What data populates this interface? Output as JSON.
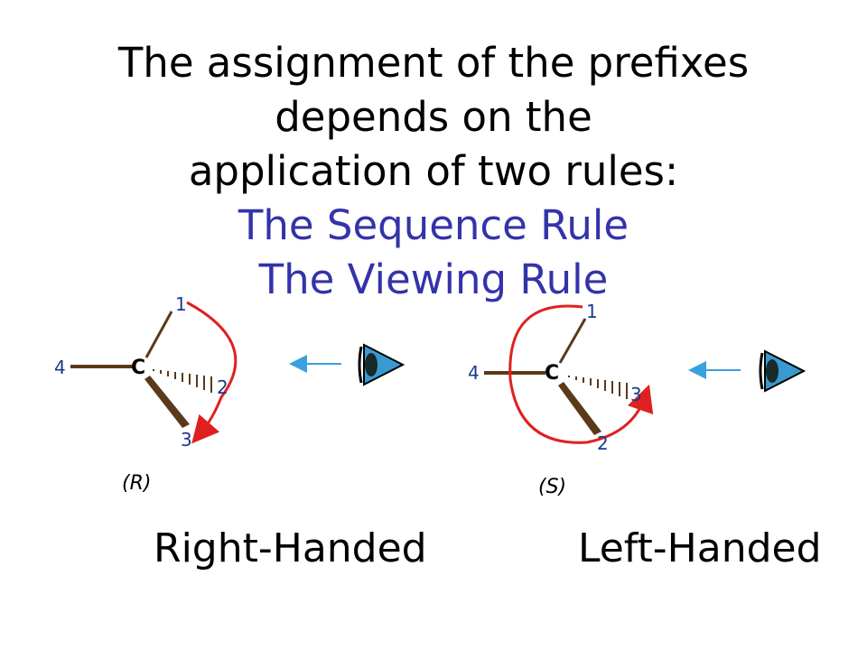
{
  "title": {
    "line1": "The assignment of the prefixes",
    "line2": "depends on the",
    "line3": "application of two rules:",
    "rule1": "The Sequence Rule",
    "rule2": "The Viewing Rule"
  },
  "diagram_r": {
    "center": "C",
    "sub1": "1",
    "sub2": "2",
    "sub3": "3",
    "sub4": "4",
    "config": "(R)",
    "caption": "Right-Handed"
  },
  "diagram_s": {
    "center": "C",
    "sub1": "1",
    "sub2": "2",
    "sub3": "3",
    "sub4": "4",
    "config": "(S)",
    "caption": "Left-Handed"
  },
  "colors": {
    "bond": "#5a3a1a",
    "arrow_red": "#e02020",
    "view_arrow": "#3aa0e0",
    "rule_text": "#3333aa",
    "eye_iris": "#3a9ad0"
  },
  "icons": [
    "eye-icon",
    "viewing-arrow-icon",
    "rotation-arrow-icon"
  ]
}
